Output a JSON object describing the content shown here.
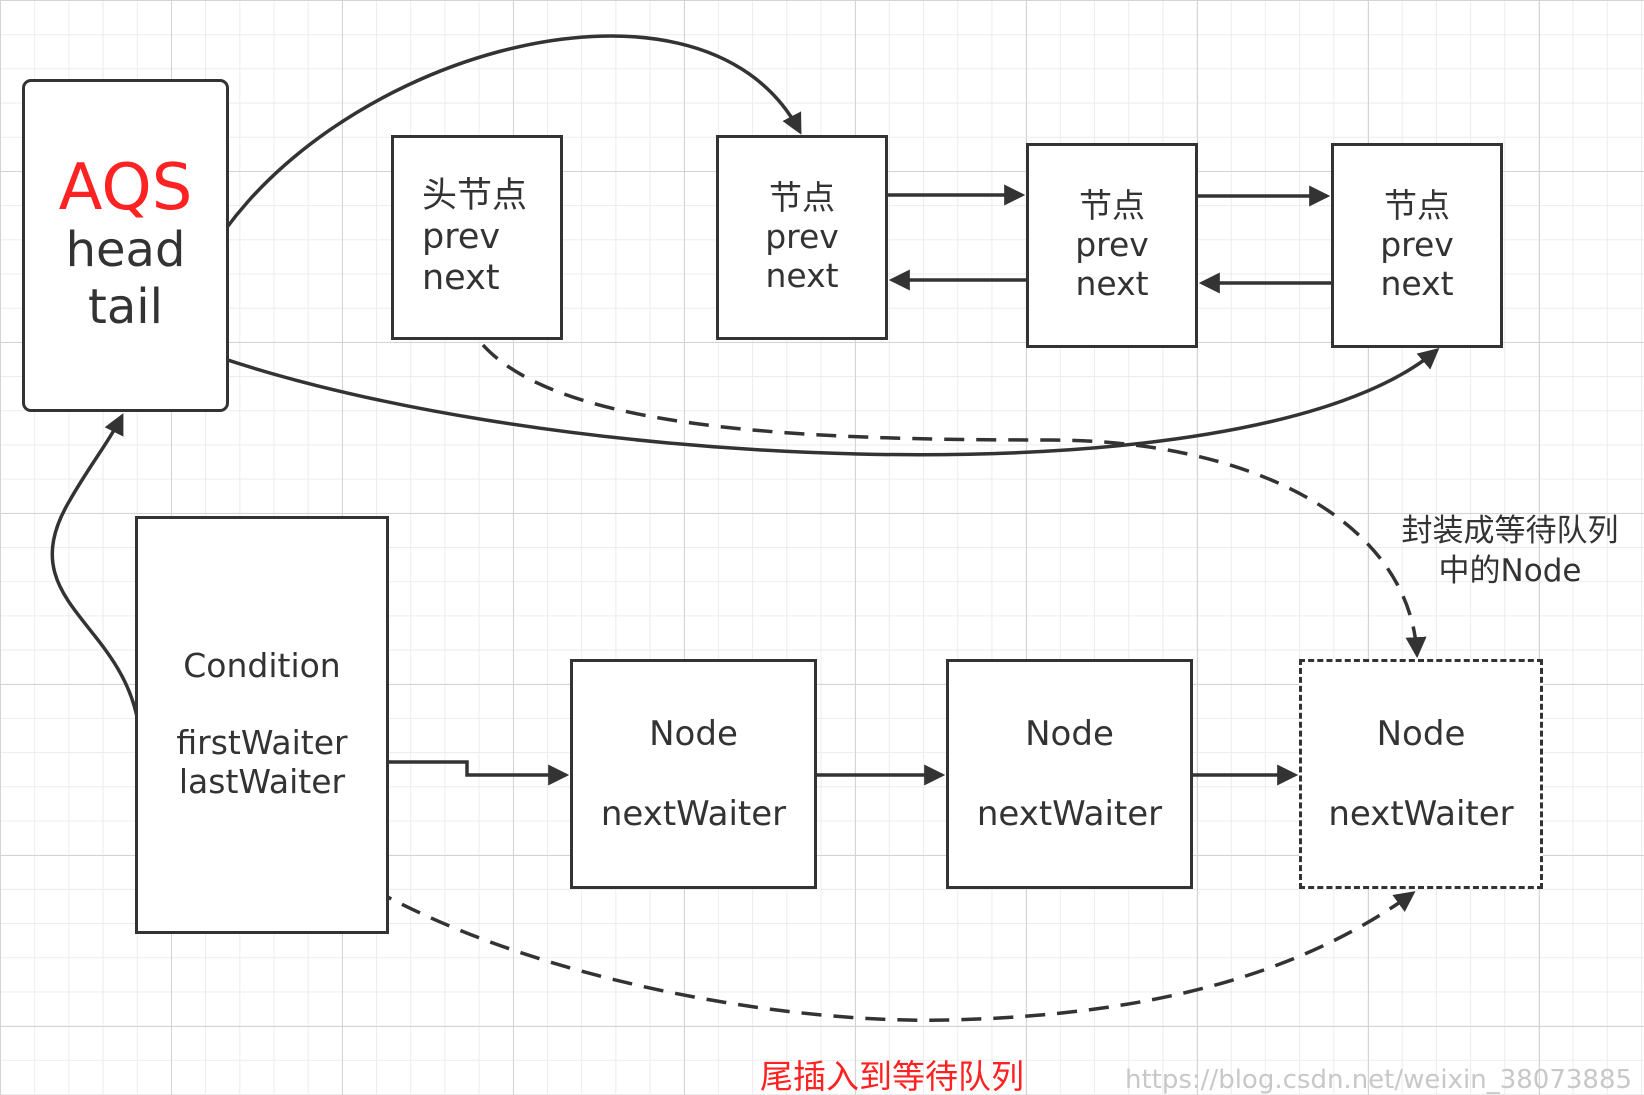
{
  "aqs": {
    "title": "AQS",
    "head": "head",
    "tail": "tail"
  },
  "sync_queue": {
    "head_node": {
      "title": "头节点",
      "prev": "prev",
      "next": "next"
    },
    "nodes": [
      {
        "title": "节点",
        "prev": "prev",
        "next": "next"
      },
      {
        "title": "节点",
        "prev": "prev",
        "next": "next"
      },
      {
        "title": "节点",
        "prev": "prev",
        "next": "next"
      }
    ]
  },
  "condition": {
    "title": "Condition",
    "first_waiter": "firstWaiter",
    "last_waiter": "lastWaiter"
  },
  "wait_queue": {
    "nodes": [
      {
        "title": "Node",
        "field": "nextWaiter"
      },
      {
        "title": "Node",
        "field": "nextWaiter"
      },
      {
        "title": "Node",
        "field": "nextWaiter"
      }
    ]
  },
  "annotations": {
    "wrap_line1": "封装成等待队列",
    "wrap_line2": "中的Node",
    "tail_insert": "尾插入到等待队列",
    "watermark": "https://blog.csdn.net/weixin_38073885"
  },
  "colors": {
    "highlight": "#ff2222",
    "stroke": "#333333",
    "grid": "#d4d4d4",
    "watermark": "#c8c8c8"
  }
}
